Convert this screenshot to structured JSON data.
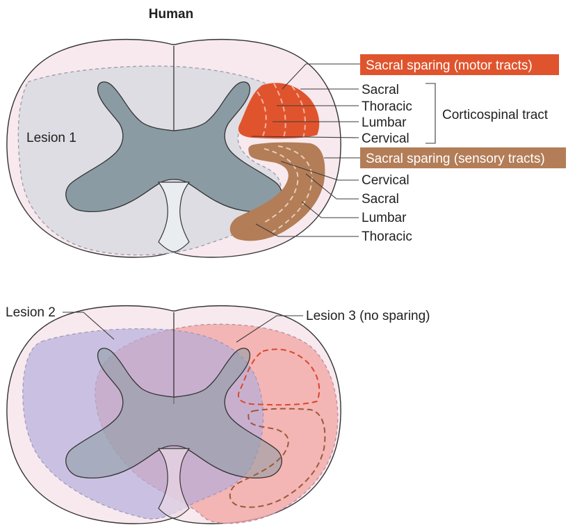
{
  "title": "Human",
  "colors": {
    "cord_fill": "#f7e9ee",
    "lesion1": "#dedde3",
    "gray_matter": "#8a9ba3",
    "central_canal": "#e9edf0",
    "motor_tract": "#e0542d",
    "sensory_tract": "#b37d57",
    "lesion2": "#b2acdb",
    "lesion3": "#f2a7a6"
  },
  "top_panel": {
    "lesion_label": "Lesion 1",
    "motor_box": "Sacral sparing (motor tracts)",
    "sensory_box": "Sacral sparing (sensory tracts)",
    "motor_layers": [
      "Sacral",
      "Thoracic",
      "Lumbar",
      "Cervical"
    ],
    "motor_group_label": "Corticospinal tract",
    "sensory_layers": [
      "Cervical",
      "Sacral",
      "Lumbar",
      "Thoracic"
    ]
  },
  "bottom_panel": {
    "lesion2_label": "Lesion 2",
    "lesion3_label": "Lesion 3 (no sparing)"
  }
}
